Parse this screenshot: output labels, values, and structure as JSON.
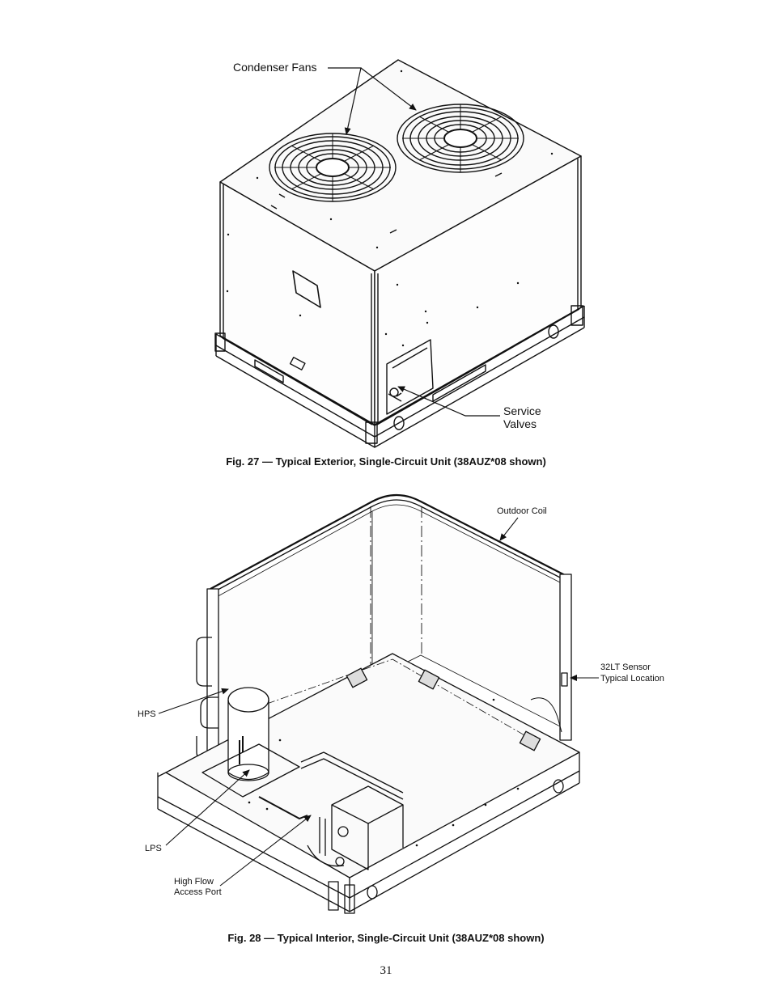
{
  "figure_27": {
    "callouts": {
      "condenser_fans": "Condenser Fans",
      "service_valves": "Service\nValves"
    },
    "caption": "Fig. 27 — Typical Exterior, Single-Circuit Unit (38AUZ*08 shown)"
  },
  "figure_28": {
    "callouts": {
      "outdoor_coil": "Outdoor Coil",
      "sensor": "32LT Sensor\nTypical Location",
      "hps": "HPS",
      "lps": "LPS",
      "high_flow": "High Flow\nAccess Port"
    },
    "caption": "Fig. 28 — Typical Interior, Single-Circuit Unit (38AUZ*08 shown)"
  },
  "page_number": "31"
}
